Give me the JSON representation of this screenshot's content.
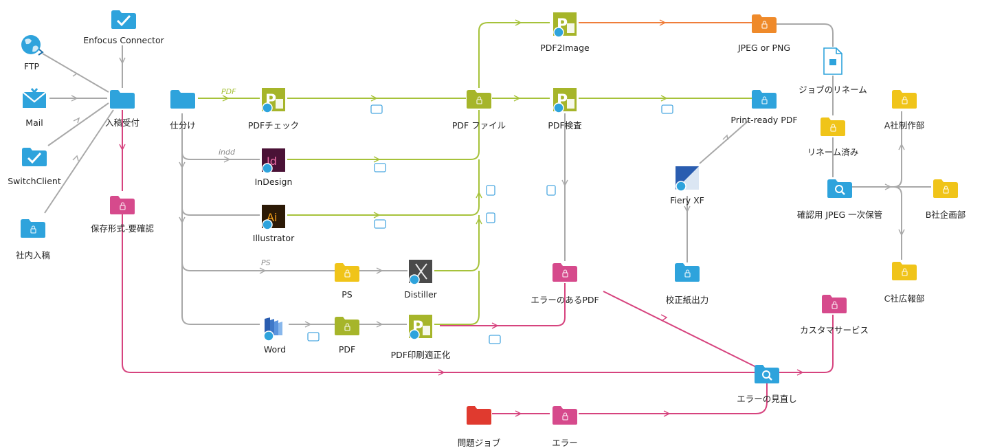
{
  "nodes": [
    {
      "id": "ftp",
      "label": "FTP",
      "type": "globe",
      "color": "#2ea3dc"
    },
    {
      "id": "enfocus",
      "label": "Enfocus Connector",
      "type": "check",
      "color": "#2ea3dc"
    },
    {
      "id": "mail",
      "label": "Mail",
      "type": "mail",
      "color": "#2ea3dc"
    },
    {
      "id": "switchclient",
      "label": "SwitchClient",
      "type": "check",
      "color": "#2ea3dc"
    },
    {
      "id": "shanai",
      "label": "社内入稿",
      "type": "lockfolder",
      "color": "#2ea3dc"
    },
    {
      "id": "nyuko",
      "label": "入稿受付",
      "type": "folder",
      "color": "#2ea3dc"
    },
    {
      "id": "hozon",
      "label": "保存形式-要確認",
      "type": "lockfolder",
      "color": "#d64a8c"
    },
    {
      "id": "shiwake",
      "label": "仕分け",
      "type": "folder",
      "color": "#2ea3dc"
    },
    {
      "id": "pdfcheck",
      "label": "PDFチェック",
      "type": "pitstop",
      "color": "#a6b52a"
    },
    {
      "id": "indesign",
      "label": "InDesign",
      "type": "app-id",
      "color": "#5a1740"
    },
    {
      "id": "illustrator",
      "label": "Illustrator",
      "type": "app-ai",
      "color": "#3a2410"
    },
    {
      "id": "ps",
      "label": "PS",
      "type": "lockfolder",
      "color": "#f0c419"
    },
    {
      "id": "distiller",
      "label": "Distiller",
      "type": "distiller",
      "color": "#555555"
    },
    {
      "id": "word",
      "label": "Word",
      "type": "word",
      "color": "#2a5db0"
    },
    {
      "id": "pdf",
      "label": "PDF",
      "type": "lockfolder",
      "color": "#a6b52a"
    },
    {
      "id": "pdfinsatsu",
      "label": "PDF印刷適正化",
      "type": "pitstop",
      "color": "#a6b52a"
    },
    {
      "id": "pdffile",
      "label": "PDF ファイル",
      "type": "lockfolder",
      "color": "#a6b52a"
    },
    {
      "id": "pdf2image",
      "label": "PDF2Image",
      "type": "pitstop",
      "color": "#a6b52a"
    },
    {
      "id": "pdfkensa",
      "label": "PDF検査",
      "type": "pitstop",
      "color": "#a6b52a"
    },
    {
      "id": "error_pdf",
      "label": "エラーのあるPDF",
      "type": "lockfolder",
      "color": "#d64a8c"
    },
    {
      "id": "jpeg",
      "label": "JPEG or PNG",
      "type": "lockfolder",
      "color": "#ef8a2a"
    },
    {
      "id": "rename",
      "label": "ジョブのリネーム",
      "type": "doc",
      "color": "#2ea3dc"
    },
    {
      "id": "renamed",
      "label": "リネーム済み",
      "type": "lockfolder",
      "color": "#f0c419"
    },
    {
      "id": "printready",
      "label": "Print-ready PDF",
      "type": "lockfolder",
      "color": "#2ea3dc"
    },
    {
      "id": "fiery",
      "label": "Fiery XF",
      "type": "fiery",
      "color": "#2a5db0"
    },
    {
      "id": "kosei",
      "label": "校正紙出力",
      "type": "lockfolder",
      "color": "#2ea3dc"
    },
    {
      "id": "kakunin",
      "label": "確認用 JPEG 一次保管",
      "type": "searchfolder",
      "color": "#2ea3dc"
    },
    {
      "id": "a_sha",
      "label": "A社制作部",
      "type": "lockfolder",
      "color": "#f0c419"
    },
    {
      "id": "b_sha",
      "label": "B社企画部",
      "type": "lockfolder",
      "color": "#f0c419"
    },
    {
      "id": "c_sha",
      "label": "C社広報部",
      "type": "lockfolder",
      "color": "#f0c419"
    },
    {
      "id": "customer",
      "label": "カスタマサービス",
      "type": "lockfolder",
      "color": "#d64a8c"
    },
    {
      "id": "minaoshi",
      "label": "エラーの見直し",
      "type": "searchfolder",
      "color": "#2ea3dc"
    },
    {
      "id": "mondai",
      "label": "問題ジョブ",
      "type": "folder",
      "color": "#e03a2f"
    },
    {
      "id": "error",
      "label": "エラー",
      "type": "lockfolder",
      "color": "#d64a8c"
    }
  ],
  "edge_labels": [
    {
      "id": "pdf",
      "text": "PDF"
    },
    {
      "id": "indd",
      "text": "indd"
    },
    {
      "id": "ps",
      "text": "PS"
    }
  ],
  "colors": {
    "green": "#a6c23a",
    "gray": "#a8a8a8",
    "pink": "#d6437e",
    "orange": "#ef7d3a"
  }
}
